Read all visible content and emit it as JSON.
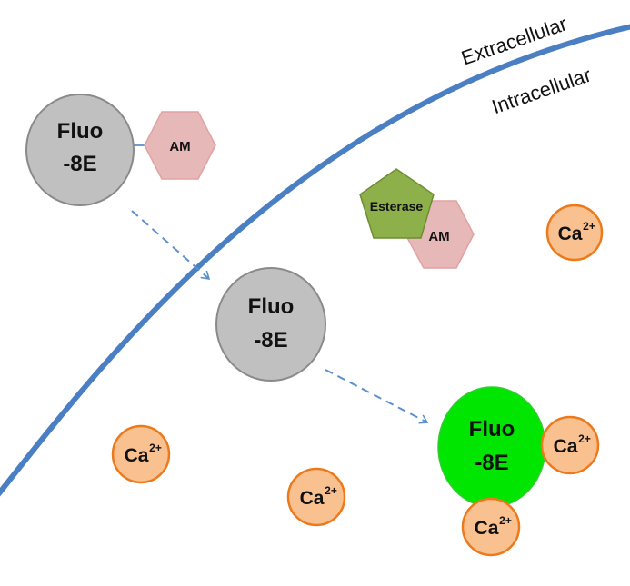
{
  "labels": {
    "extracellular": "Extracellular",
    "intracellular": "Intracellular",
    "dye_line1": "Fluo",
    "dye_line2": "-8E",
    "am": "AM",
    "esterase": "Esterase",
    "calcium": "Ca",
    "calcium_charge": "2+"
  },
  "colors": {
    "membrane": "#4a7fc4",
    "dye_inactive": "#c0c0c0",
    "dye_active": "#00e600",
    "am_group": "#e6b8b8",
    "esterase": "#8db04a",
    "calcium_fill": "#f9c090",
    "calcium_stroke": "#ec7a1c"
  }
}
